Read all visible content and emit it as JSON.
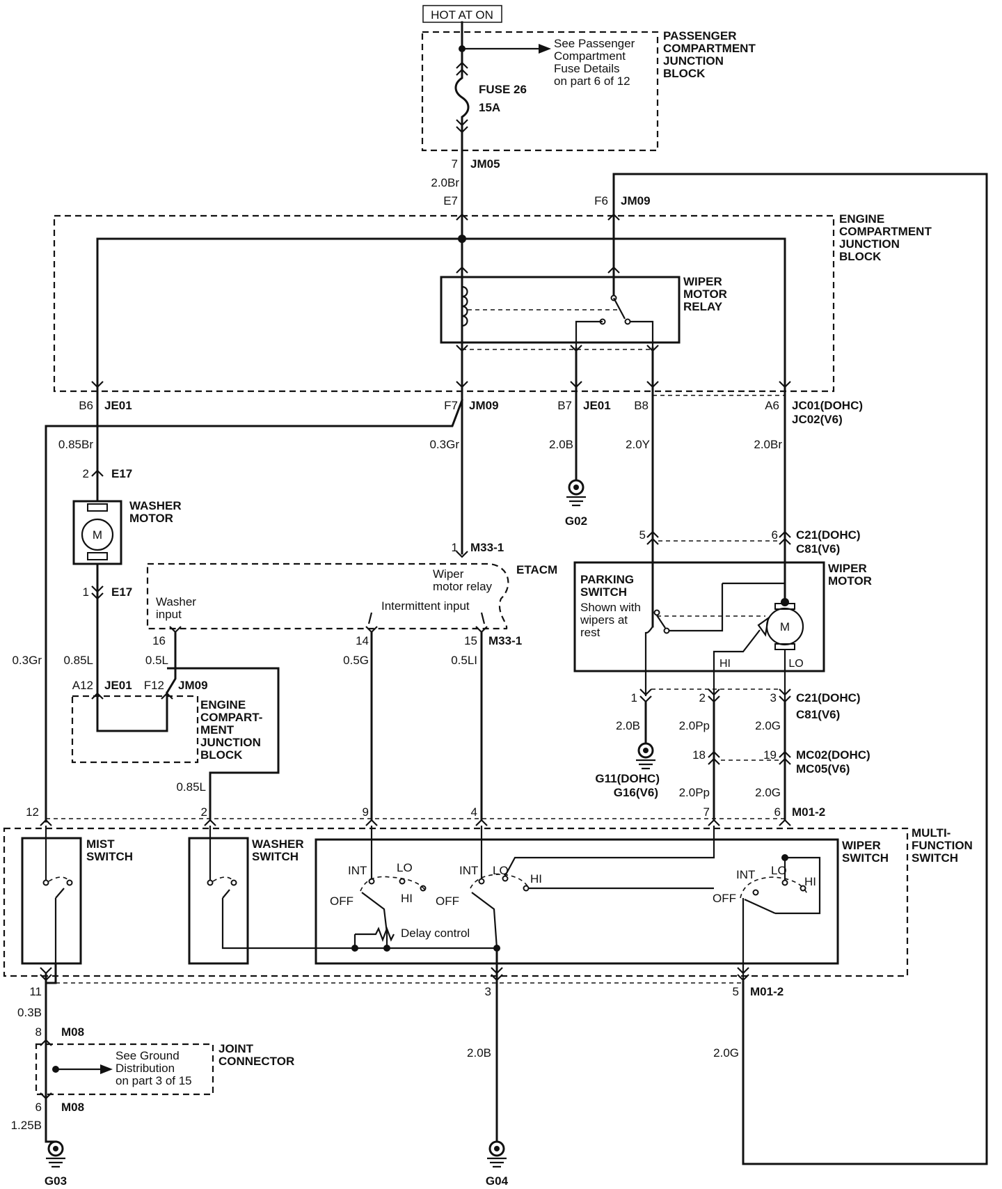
{
  "power": {
    "hot_at_on": "HOT AT ON"
  },
  "blocks": {
    "passenger_jb": "PASSENGER|COMPARTMENT|JUNCTION|BLOCK",
    "fuse_note": "See Passenger|Compartment|Fuse Details|on part 6 of 12",
    "fuse_name": "FUSE 26",
    "fuse_rating": "15A",
    "engine_jb": "ENGINE|COMPARTMENT|JUNCTION|BLOCK",
    "wiper_relay": "WIPER|MOTOR|RELAY",
    "washer_motor": "WASHER|MOTOR",
    "etacm": "ETACM",
    "etacm_wiper_relay": "Wiper|motor relay",
    "etacm_washer_input": "Washer|input",
    "etacm_intermittent": "Intermittent input",
    "engine_jb2": "ENGINE|COMPART-|MENT|JUNCTION|BLOCK",
    "wiper_motor": "WIPER|MOTOR",
    "parking_switch": "PARKING|SWITCH",
    "parking_note": "Shown with|wipers at|rest",
    "multi_function": "MULTI-|FUNCTION|SWITCH",
    "mist_switch": "MIST|SWITCH",
    "washer_switch": "WASHER|SWITCH",
    "wiper_switch": "WIPER|SWITCH",
    "delay_control": "Delay control",
    "joint_connector": "JOINT|CONNECTOR",
    "ground_note": "See Ground|Distribution|on part 3 of 15",
    "motor_m": "M"
  },
  "switch_positions": {
    "int": "INT",
    "lo": "LO",
    "hi": "HI",
    "off": "OFF"
  },
  "connectors": {
    "jm05": "JM05",
    "jm09": "JM09",
    "je01": "JE01",
    "e17": "E17",
    "m33_1": "M33-1",
    "jc01": "JC01(DOHC)",
    "jc02": "JC02(V6)",
    "c21": "C21(DOHC)",
    "c81": "C81(V6)",
    "mc02": "MC02(DOHC)",
    "mc05": "MC05(V6)",
    "m01_2": "M01-2",
    "m08": "M08"
  },
  "pins": {
    "p7": "7",
    "e7": "E7",
    "f6": "F6",
    "b6": "B6",
    "f7": "F7",
    "b7": "B7",
    "b8": "B8",
    "a6": "A6",
    "p2": "2",
    "p1": "1",
    "p16": "16",
    "p14": "14",
    "p15": "15",
    "a12": "A12",
    "f12": "F12",
    "p5": "5",
    "p6": "6",
    "p3": "3",
    "p18": "18",
    "p19": "19",
    "p12": "12",
    "p9": "9",
    "p4": "4",
    "p11": "11",
    "p8": "8"
  },
  "wires": {
    "w_2_0br": "2.0Br",
    "w_0_85br": "0.85Br",
    "w_0_3gr": "0.3Gr",
    "w_2_0b": "2.0B",
    "w_2_0y": "2.0Y",
    "w_0_85l": "0.85L",
    "w_0_5l": "0.5L",
    "w_0_5g": "0.5G",
    "w_0_5li": "0.5LI",
    "w_2_0pp": "2.0Pp",
    "w_2_0g": "2.0G",
    "w_0_3b": "0.3B",
    "w_1_25b": "1.25B"
  },
  "grounds": {
    "g02": "G02",
    "g11": "G11(DOHC)",
    "g16": "G16(V6)",
    "g03": "G03",
    "g04": "G04"
  }
}
